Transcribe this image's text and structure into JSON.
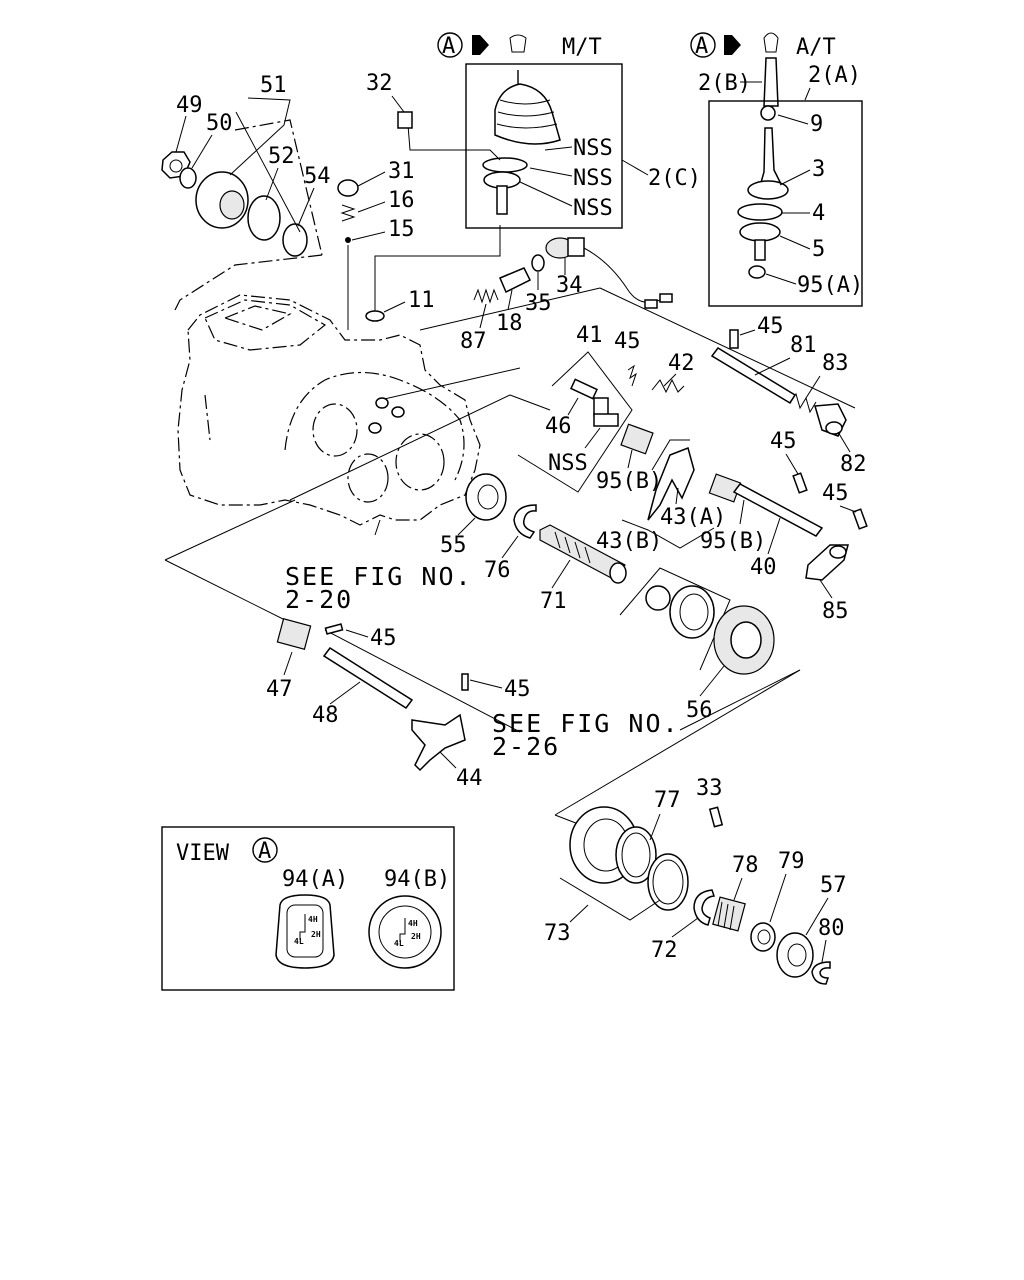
{
  "header": {
    "mt_marker": "A",
    "mt_label": "M/T",
    "at_marker": "A",
    "at_label": "A/T"
  },
  "callouts": {
    "c2a": "2(A)",
    "c2b": "2(B)",
    "c2c": "2(C)",
    "c3": "3",
    "c4": "4",
    "c5": "5",
    "c9": "9",
    "c95a": "95(A)",
    "nss1": "NSS",
    "nss2": "NSS",
    "nss3": "NSS",
    "nss4": "NSS",
    "c11": "11",
    "c15": "15",
    "c16": "16",
    "c18": "18",
    "c31": "31",
    "c32": "32",
    "c33": "33",
    "c34": "34",
    "c35": "35",
    "c40": "40",
    "c41": "41",
    "c42": "42",
    "c43a": "43(A)",
    "c43b": "43(B)",
    "c44": "44",
    "c45a": "45",
    "c45b": "45",
    "c45c": "45",
    "c45d": "45",
    "c45e": "45",
    "c45f": "45",
    "c46": "46",
    "c47": "47",
    "c48": "48",
    "c49": "49",
    "c50": "50",
    "c51": "51",
    "c52": "52",
    "c54": "54",
    "c55": "55",
    "c56": "56",
    "c57": "57",
    "c71": "71",
    "c72": "72",
    "c73": "73",
    "c76": "76",
    "c77": "77",
    "c78": "78",
    "c79": "79",
    "c80": "80",
    "c81": "81",
    "c82": "82",
    "c83": "83",
    "c85": "85",
    "c87": "87",
    "c95b1": "95(B)",
    "c95b2": "95(B)"
  },
  "references": {
    "fig1_line1": "SEE FIG NO.",
    "fig1_line2": "2-20",
    "fig2_line1": "SEE FIG NO.",
    "fig2_line2": "2-26"
  },
  "view": {
    "title": "VIEW",
    "marker": "A",
    "knob_a_label": "94(A)",
    "knob_b_label": "94(B)",
    "shift_4h": "4H",
    "shift_2h": "2H",
    "shift_4l": "4L"
  }
}
